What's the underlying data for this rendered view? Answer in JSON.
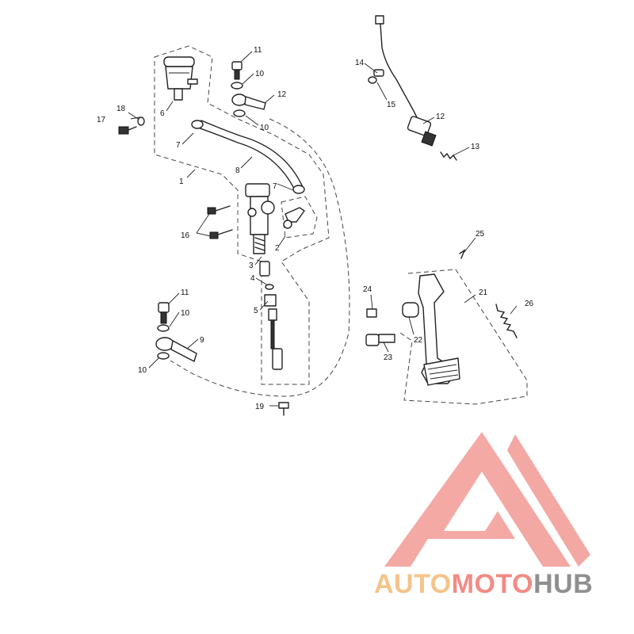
{
  "callouts": {
    "c1": "1",
    "c2": "2",
    "c3": "3",
    "c4": "4",
    "c5": "5",
    "c6": "6",
    "c7a": "7",
    "c7b": "7",
    "c8": "8",
    "c9": "9",
    "c10a": "10",
    "c10b": "10",
    "c10c": "10",
    "c10d": "10",
    "c11a": "11",
    "c11b": "11",
    "c12a": "12",
    "c12b": "12",
    "c13": "13",
    "c14": "14",
    "c15": "15",
    "c16": "16",
    "c17": "17",
    "c18": "18",
    "c19": "19",
    "c21": "21",
    "c22": "22",
    "c23": "23",
    "c24": "24",
    "c25": "25",
    "c26": "26"
  },
  "watermark": {
    "part1": "AUTO",
    "part2": "MOTO",
    "part3": "HUB",
    "color_auto": "#f4c48a",
    "color_moto": "#f28b85",
    "color_hub": "#8f8f8f",
    "logo_color": "#f29a95"
  }
}
